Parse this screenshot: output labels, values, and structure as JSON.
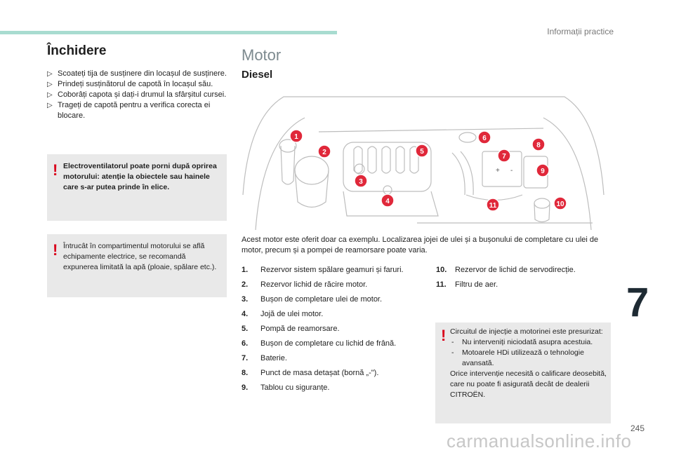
{
  "header": {
    "section": "Informații practice",
    "chapter": "7",
    "page": "245"
  },
  "watermark": "carmanualsonline.info",
  "closing": {
    "title": "Închidere",
    "bullet": "",
    "steps": [
      "Scoateți tija de susținere din locașul de susținere.",
      "Prindeți susținătorul de capotă în locașul său.",
      "Coborâți capota și dați-i drumul la sfârșitul cursei.",
      "Trageți de capotă pentru a verifica corecta ei blocare."
    ],
    "warning_fan": "Electroventilatorul poate porni după oprirea motorului: atenție la obiectele sau hainele care s-ar putea prinde în elice.",
    "warning_water": "Întrucât în compartimentul motorului se află echipamente electrice, se recomandă expunerea limitată la apă (ploaie, spălare etc.)."
  },
  "motor": {
    "title": "Motor",
    "subtitle": "Diesel",
    "caption": "Acest motor este oferit doar ca exemplu. Localizarea jojei de ulei și a bușonului de completare cu ulei de motor, precum și a pompei de reamorsare poate varia.",
    "markers": [
      "1",
      "2",
      "3",
      "4",
      "5",
      "6",
      "7",
      "8",
      "9",
      "10",
      "11"
    ],
    "battery_plus": "+",
    "battery_minus": "-",
    "parts": [
      {
        "num": "1.",
        "text": "Rezervor sistem spălare geamuri și faruri."
      },
      {
        "num": "2.",
        "text": "Rezervor lichid de răcire motor."
      },
      {
        "num": "3.",
        "text": "Bușon de completare ulei de motor."
      },
      {
        "num": "4.",
        "text": "Jojă de ulei motor."
      },
      {
        "num": "5.",
        "text": "Pompă de reamorsare."
      },
      {
        "num": "6.",
        "text": "Bușon de completare cu lichid de frână."
      },
      {
        "num": "7.",
        "text": "Baterie."
      },
      {
        "num": "8.",
        "text": "Punct de masa detașat (bornă „-\")."
      },
      {
        "num": "9.",
        "text": "Tablou cu siguranțe."
      },
      {
        "num": "10.",
        "text": "Rezervor de lichid de servodirecție."
      },
      {
        "num": "11.",
        "text": "Filtru de aer."
      }
    ],
    "warning_injection": {
      "intro": "Circuitul de injecție a motorinei este presurizat:",
      "items": [
        "Nu interveniți niciodată asupra acestuia.",
        "Motoarele HDi utilizează o tehnologie avansată."
      ],
      "outro": "Orice intervenție necesită o calificare deosebită, care nu poate fi asigurată decât de dealerii CITROËN."
    }
  },
  "colors": {
    "accent_bar": "#a8dcd0",
    "marker": "#e0283a",
    "warning_bg": "#e9e9e9",
    "warning_mark": "#d9001b"
  }
}
